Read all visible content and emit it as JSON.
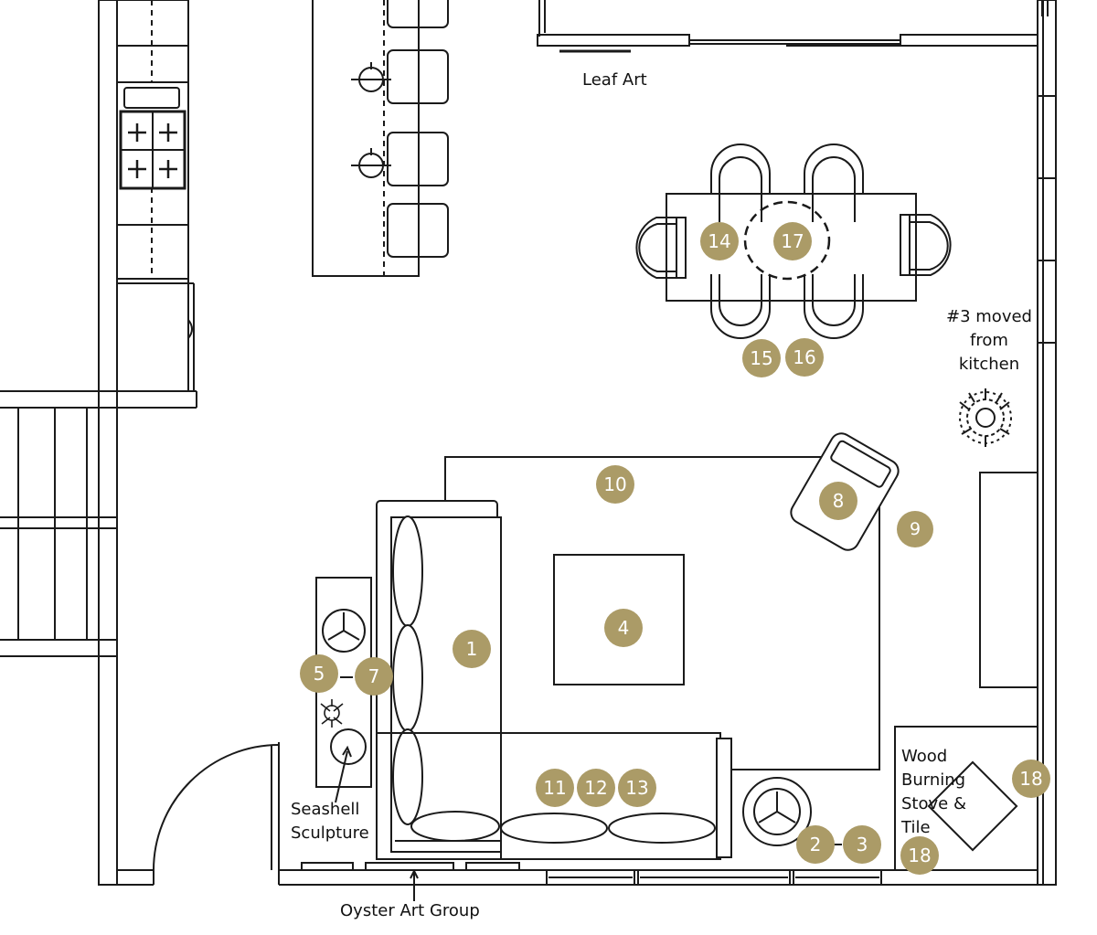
{
  "colors": {
    "line": "#1a1a1a",
    "marker_fill": "#ab9b67",
    "marker_text": "#ffffff",
    "background": "#ffffff"
  },
  "labels": {
    "leaf_art": "Leaf Art",
    "moved_note": [
      "#3 moved",
      "from",
      "kitchen"
    ],
    "stove_note": [
      "Wood",
      "Burning",
      "Stove &",
      "Tile"
    ],
    "seashell": [
      "Seashell",
      "Sculpture"
    ],
    "oyster": "Oyster Art Group"
  },
  "markers": {
    "m1": "1",
    "m2": "2",
    "m3": "3",
    "m4": "4",
    "m5": "5",
    "m7": "7",
    "m8": "8",
    "m9": "9",
    "m10": "10",
    "m11": "11",
    "m12": "12",
    "m13": "13",
    "m14": "14",
    "m15": "15",
    "m16": "16",
    "m17": "17",
    "m18a": "18",
    "m18b": "18"
  },
  "icons": [
    "plant-icon",
    "lamp-icon",
    "small-plant-icon"
  ]
}
